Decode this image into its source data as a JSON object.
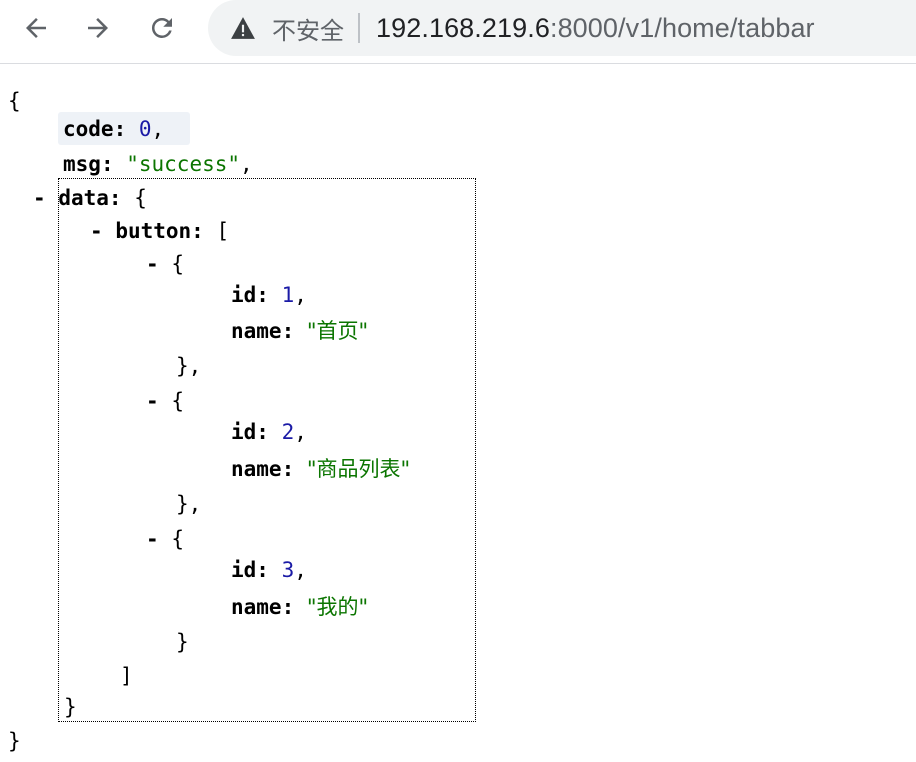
{
  "browser": {
    "back_icon": "arrow-left-icon",
    "forward_icon": "arrow-right-icon",
    "reload_icon": "reload-icon",
    "security_icon": "warning-triangle-icon",
    "security_label": "不安全",
    "url_host": "192.168.219.6",
    "url_rest": ":8000/v1/home/tabbar"
  },
  "json": {
    "code_key": "code",
    "code_value": "0",
    "msg_key": "msg",
    "msg_value": "\"success\"",
    "data_key": "data",
    "button_key": "button",
    "toggle_symbol": "-",
    "id_key": "id",
    "name_key": "name",
    "buttons": [
      {
        "id": "1",
        "name": "\"首页\""
      },
      {
        "id": "2",
        "name": "\"商品列表\""
      },
      {
        "id": "3",
        "name": "\"我的\""
      }
    ]
  },
  "colors": {
    "key": "#000000",
    "number": "#1a1aa6",
    "string": "#0b7500",
    "omnibox_bg": "#f1f3f4"
  }
}
